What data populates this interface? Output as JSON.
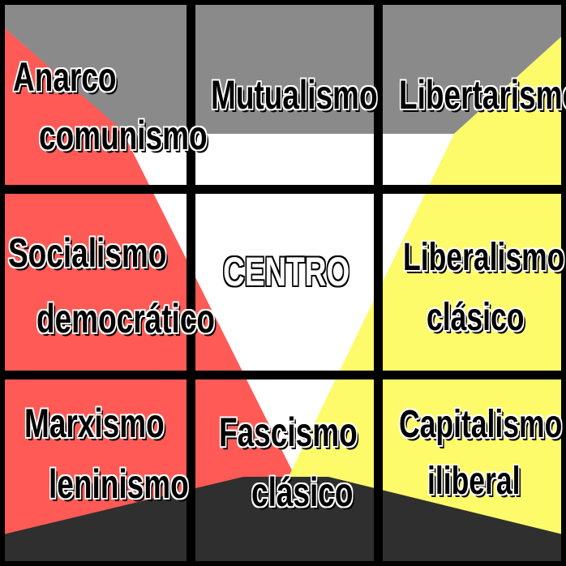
{
  "zones": {
    "top_color": "#8a8a8a",
    "left_color": "#ff5a55",
    "right_color": "#fefb6a",
    "bottom_color": "#2f2f2f",
    "center_color": "#ffffff",
    "grid_color": "#000000"
  },
  "cells": {
    "top_left": {
      "line1": "Anarco",
      "line2": "comunismo"
    },
    "top_center": {
      "line1": "Mutualismo"
    },
    "top_right": {
      "line1": "Libertarismo"
    },
    "middle_left": {
      "line1": "Socialismo",
      "line2": "democrático"
    },
    "center": {
      "line1": "CENTRO"
    },
    "middle_right": {
      "line1": "Liberalismo",
      "line2": "clásico"
    },
    "bottom_left": {
      "line1": "Marxismo",
      "line2": "leninismo"
    },
    "bottom_center": {
      "line1": "Fascismo",
      "line2": "clásico"
    },
    "bottom_right": {
      "line1": "Capitalismo",
      "line2": "iliberal"
    }
  }
}
